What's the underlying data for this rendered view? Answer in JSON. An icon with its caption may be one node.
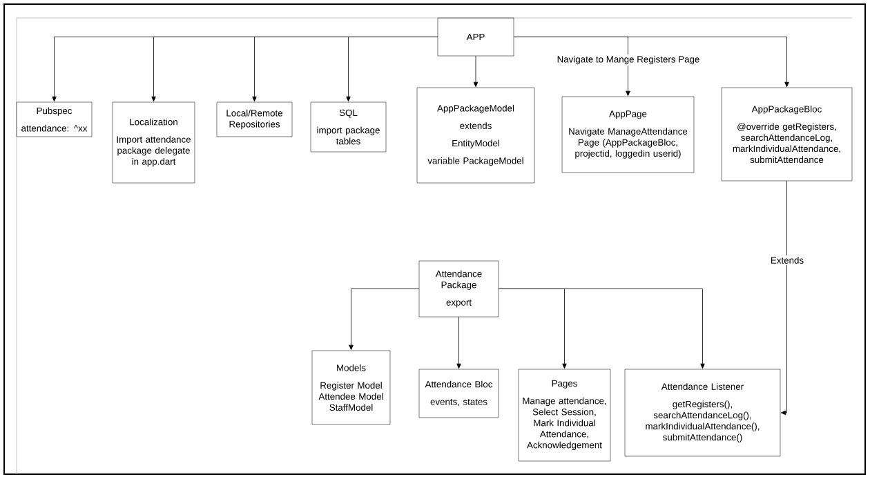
{
  "diagram": {
    "nodes": [
      {
        "text": [
          "APP"
        ]
      },
      {
        "text": [
          "Pubspec",
          "attendance: ^xx"
        ]
      },
      {
        "text": [
          "Localization",
          "Import attendance package delegate in app.dart"
        ]
      },
      {
        "text": [
          "Local/Remote Repositories"
        ]
      },
      {
        "text": [
          "SQL",
          "import package tables"
        ]
      },
      {
        "text": [
          "AppPackageModel",
          "extends",
          "EntityModel",
          "variable PackageModel"
        ]
      },
      {
        "text": [
          "AppPage",
          "Navigate ManageAttendance Page (AppPackageBloc, projectid, loggedin userid)"
        ]
      },
      {
        "text": [
          "AppPackageBloc",
          "@override getRegisters, searchAttendanceLog, markIndividualAttendance, submitAttendance"
        ]
      },
      {
        "text": [
          "Attendance Package",
          "export"
        ]
      },
      {
        "text": [
          "Models",
          "Register Model Attendee Model StaffModel"
        ]
      },
      {
        "text": [
          "Attendance Bloc",
          "events, states"
        ]
      },
      {
        "text": [
          "Pages",
          "Manage attendance, Select Session, Mark Individual Attendance, Acknowledgement"
        ]
      },
      {
        "text": [
          "Attendance Listener",
          "getRegisters(), searchAttendanceLog(), markIndividualAttendance(), submitAttendance()"
        ]
      }
    ],
    "edges": [
      {
        "from": 0,
        "to": 1,
        "arrow": "to"
      },
      {
        "from": 0,
        "to": 2,
        "arrow": "to"
      },
      {
        "from": 0,
        "to": 3,
        "arrow": "to"
      },
      {
        "from": 0,
        "to": 4,
        "arrow": "to"
      },
      {
        "from": 0,
        "to": 5,
        "arrow": "to"
      },
      {
        "from": 0,
        "to": 6,
        "arrow": "to",
        "label": "Navigate to  Mange Registers Page"
      },
      {
        "from": 0,
        "to": 7,
        "arrow": "to"
      },
      {
        "from": 7,
        "to": 12,
        "arrow": "to",
        "label": "Extends"
      },
      {
        "from": 8,
        "to": 9,
        "arrow": "to"
      },
      {
        "from": 8,
        "to": 10,
        "arrow": "to"
      },
      {
        "from": 8,
        "to": 11,
        "arrow": "to"
      },
      {
        "from": 8,
        "to": 12,
        "arrow": "to"
      }
    ]
  }
}
